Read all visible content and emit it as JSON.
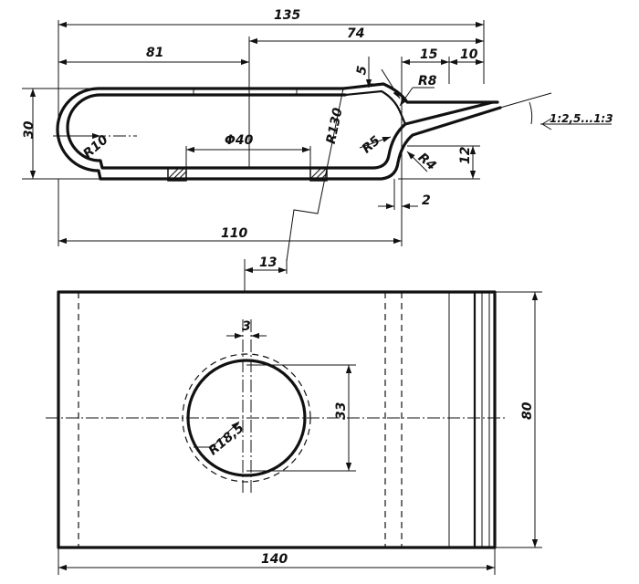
{
  "dims": {
    "d135": "135",
    "d74": "74",
    "d81": "81",
    "d15": "15",
    "d10": "10",
    "d5": "5",
    "r8": "R8",
    "d30": "30",
    "r10": "R10",
    "phi40": "Φ40",
    "r130": "R130",
    "r5": "R5",
    "r4": "R4",
    "d12": "12",
    "d2": "2",
    "d110": "110",
    "d13": "13",
    "slope": "1:2,5...1:3",
    "d3": "3",
    "r185": "R18,5",
    "d33": "33",
    "d80": "80",
    "d140": "140"
  }
}
